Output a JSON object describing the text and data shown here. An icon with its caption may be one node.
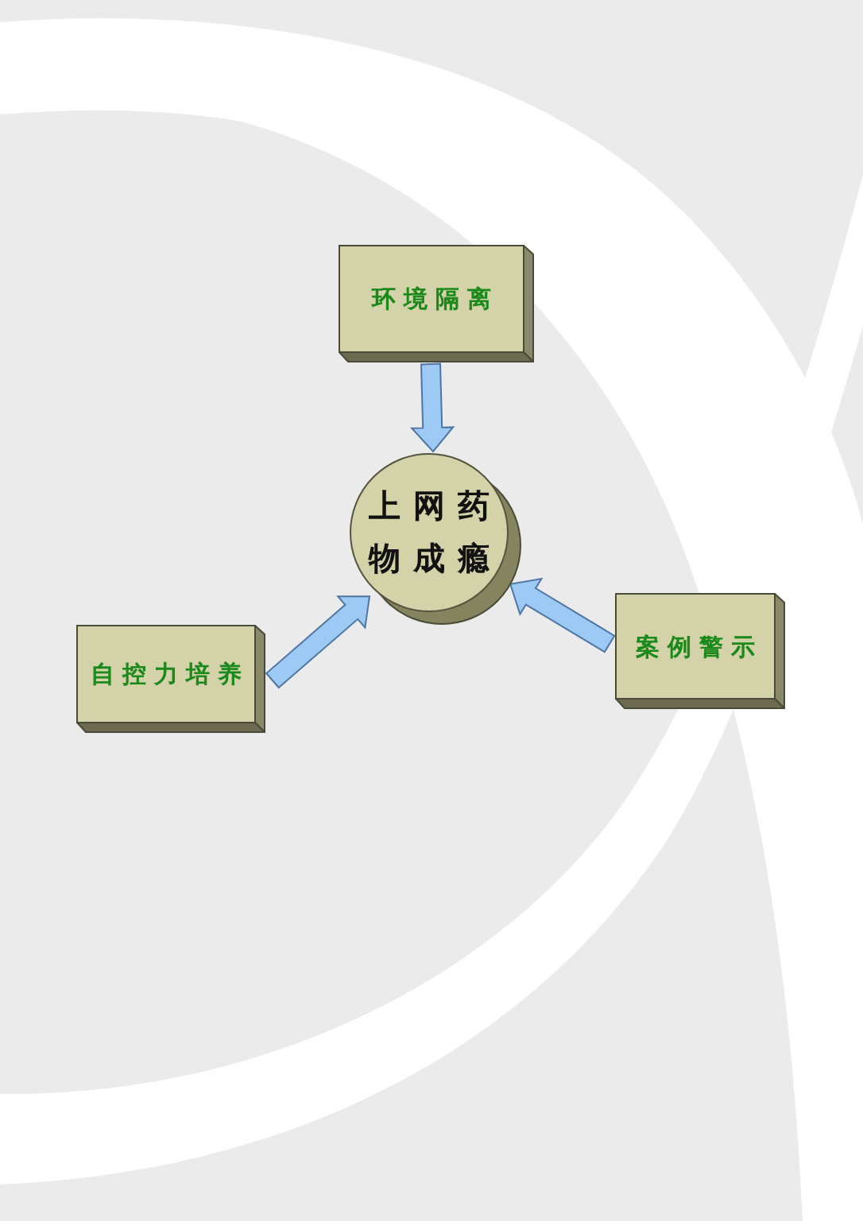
{
  "diagram": {
    "nodes": [
      {
        "text": [
          "环境隔离"
        ]
      },
      {
        "text": [
          "上网药物成瘾"
        ]
      },
      {
        "text": [
          "自控力培养"
        ]
      },
      {
        "text": [
          "案例警示"
        ]
      }
    ],
    "edges": [
      {
        "from": 0,
        "to": 1,
        "arrow": "to"
      },
      {
        "from": 2,
        "to": 1,
        "arrow": "to"
      },
      {
        "from": 3,
        "to": 1,
        "arrow": "to"
      }
    ]
  }
}
